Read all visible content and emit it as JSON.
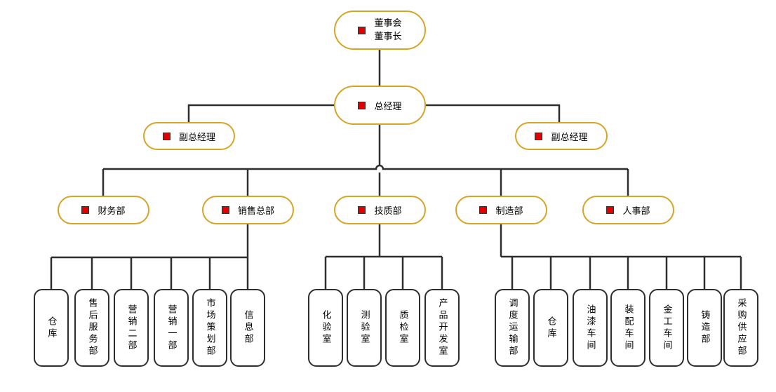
{
  "board": {
    "line1": "董事会",
    "line2": "董事长"
  },
  "gm": "总经理",
  "deputies": [
    "副总经理",
    "副总经理"
  ],
  "departments": [
    "财务部",
    "销售总部",
    "技质部",
    "制造部",
    "人事部"
  ],
  "sales_units": [
    "仓库",
    "售后服务部",
    "营销二部",
    "营销一部",
    "市场策划部",
    "信息部"
  ],
  "tech_units": [
    "化验室",
    "测验室",
    "质检室",
    "产品开发室"
  ],
  "mfg_units": [
    "调度运输部",
    "仓库",
    "油漆车间",
    "装配车间",
    "金工车间",
    "铸造部",
    "采购供应部"
  ],
  "colors": {
    "border": "#d6a526",
    "marker": "#e00000",
    "line": "#2e2e2e"
  }
}
